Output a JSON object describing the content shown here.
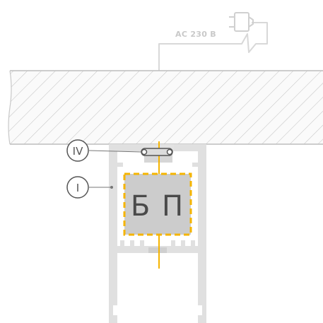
{
  "power": {
    "label": "AC 230 В"
  },
  "psu": {
    "label": "Б П"
  },
  "callouts": {
    "upper": "IV",
    "lower": "I"
  },
  "colors": {
    "wire": "#f5b400",
    "profile": "#dcdcdc",
    "hatch": "#bdbdbd",
    "psu_fill": "#cccccc"
  },
  "icons": {
    "plug": "power-plug-icon"
  }
}
